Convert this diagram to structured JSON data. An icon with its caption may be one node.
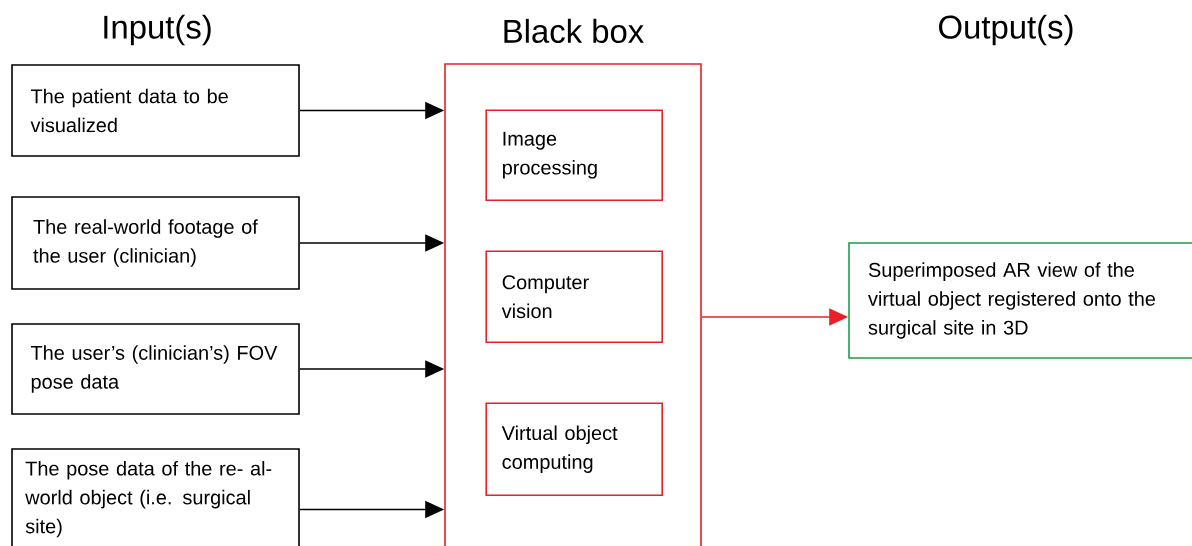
{
  "diagram": {
    "nodes": [
      {
        "text": [
          "The patient data to be visualized"
        ]
      },
      {
        "text": [
          "The real-world footage of the user (clinician)"
        ]
      },
      {
        "text": [
          "The user’s (clinician’s) FOV pose data"
        ]
      },
      {
        "text": [
          "The pose data of the re- al-world object (i.e. surgical site)"
        ]
      },
      {
        "text": [
          "Black box"
        ]
      },
      {
        "text": [
          "Image processing"
        ],
        "in": 4
      },
      {
        "text": [
          "Computer vision"
        ],
        "in": 4
      },
      {
        "text": [
          "Virtual object computing"
        ],
        "in": 4
      },
      {
        "text": [
          "Superimposed AR view of the virtual object registered onto the surgical site in 3D"
        ]
      }
    ],
    "edges": [
      {
        "from": 0,
        "to": 4,
        "arrow": "to"
      },
      {
        "from": 1,
        "to": 4,
        "arrow": "to"
      },
      {
        "from": 2,
        "to": 4,
        "arrow": "to"
      },
      {
        "from": 3,
        "to": 4,
        "arrow": "to"
      },
      {
        "from": 4,
        "to": 8,
        "arrow": "to",
        "color": "#e8202a"
      }
    ],
    "labels": [
      "Input(s)",
      "Output(s)"
    ]
  }
}
